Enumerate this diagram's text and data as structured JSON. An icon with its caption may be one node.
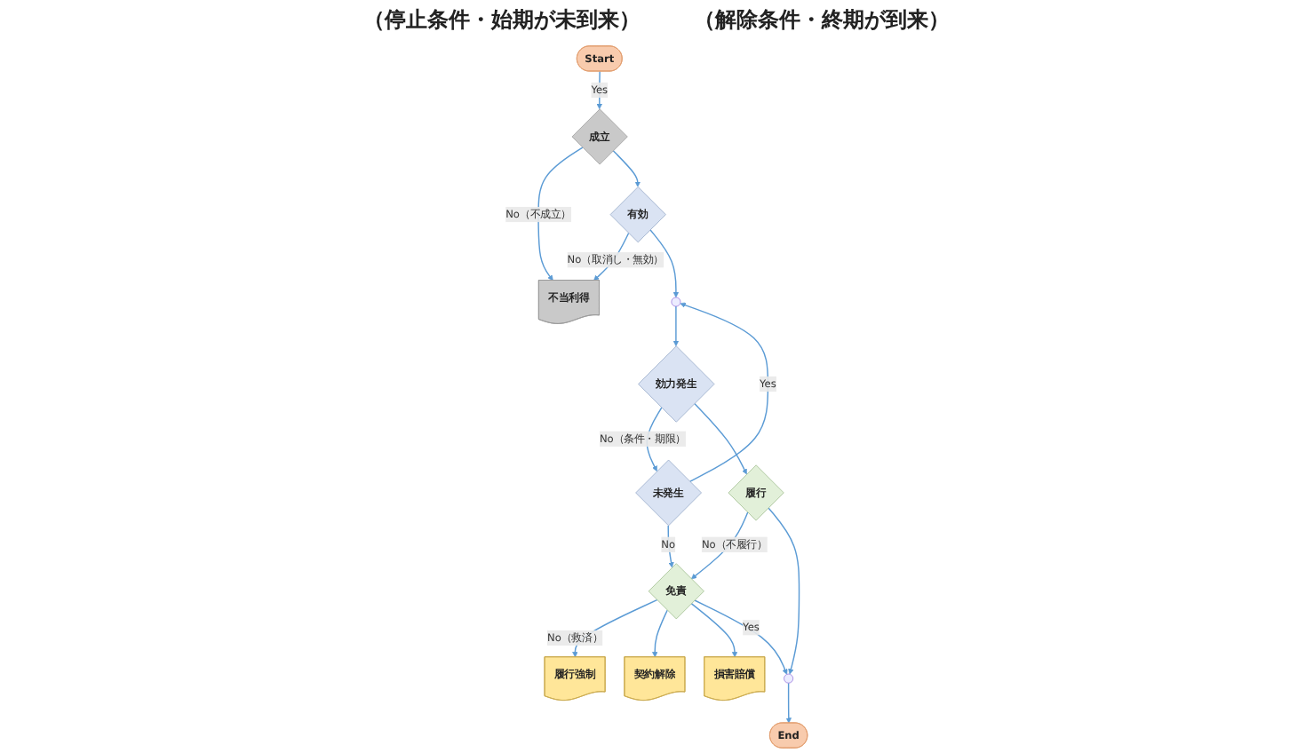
{
  "diagram": {
    "nodes": [
      {
        "text": [
          "Start"
        ]
      },
      {
        "text": [
          "成立"
        ]
      },
      {
        "text": [
          "不当利得"
        ]
      },
      {
        "text": [
          "有効"
        ]
      },
      {
        "text": [],
        "shape": "circle"
      },
      {
        "text": [
          "効力発生"
        ]
      },
      {
        "text": [
          "未発生"
        ]
      },
      {
        "text": [
          "履行強制"
        ]
      },
      {
        "text": [
          "履行"
        ]
      },
      {
        "text": [
          "免責"
        ]
      },
      {
        "text": [
          "契約解除"
        ]
      },
      {
        "text": [
          "損害賠償"
        ]
      },
      {
        "text": [],
        "shape": "circle"
      },
      {
        "text": [
          "End"
        ]
      }
    ],
    "edges": [
      {
        "from": 0,
        "to": 1,
        "arrow": "to",
        "label": "Yes"
      },
      {
        "from": 1,
        "to": 2,
        "arrow": "to",
        "label": "No（不成立）"
      },
      {
        "from": 1,
        "to": 3,
        "arrow": "to"
      },
      {
        "from": 3,
        "to": 2,
        "arrow": "to",
        "label": "No（取消し・無効）"
      },
      {
        "from": 3,
        "to": 4,
        "arrow": "to"
      },
      {
        "from": 4,
        "to": 5,
        "arrow": "to"
      },
      {
        "from": 5,
        "to": 6,
        "arrow": "to",
        "label": "No（条件・期限）"
      },
      {
        "from": 6,
        "to": 4,
        "arrow": "to",
        "label": "Yes"
      },
      {
        "from": 6,
        "to": 9,
        "arrow": "to",
        "label": "No"
      },
      {
        "from": 5,
        "to": 8,
        "arrow": "to"
      },
      {
        "from": 8,
        "to": 9,
        "arrow": "to",
        "label": "No（不履行）"
      },
      {
        "from": 9,
        "to": 7,
        "arrow": "to",
        "label": "No（救済）"
      },
      {
        "from": 9,
        "to": 10,
        "arrow": "to"
      },
      {
        "from": 9,
        "to": 11,
        "arrow": "to"
      },
      {
        "from": 8,
        "to": 12,
        "arrow": "to"
      },
      {
        "from": 9,
        "to": 12,
        "arrow": "to",
        "label": "Yes"
      },
      {
        "from": 12,
        "to": 13,
        "arrow": "to"
      }
    ],
    "labels": [
      "（停止条件・始期が未到来）",
      "（解除条件・終期が到来）"
    ]
  }
}
